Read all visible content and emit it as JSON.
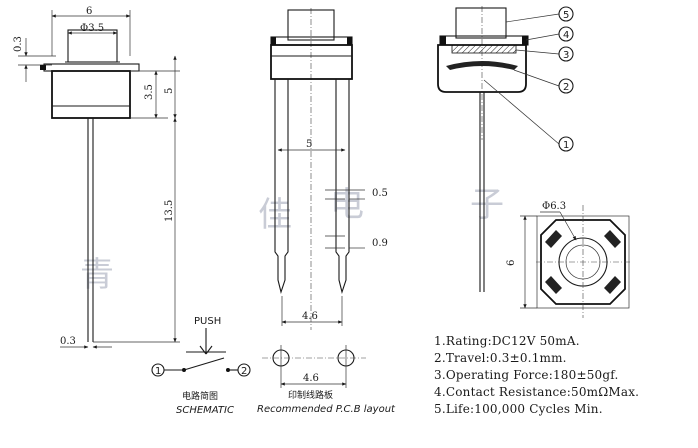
{
  "side_view": {
    "dim_width": "6",
    "dim_diameter": "Φ3.5",
    "dim_top": "0.3",
    "dim_body": "3.5",
    "dim_height": "5",
    "dim_lead": "13.5",
    "dim_lead_thk": "0.3"
  },
  "front_view": {
    "dim_lead_span": "5",
    "dim_lead_width": "0.5",
    "dim_lead_shoulder": "0.9",
    "dim_pitch": "4.6"
  },
  "exploded_view": {
    "callouts": [
      "5",
      "4",
      "3",
      "2",
      "1"
    ]
  },
  "top_view": {
    "dim_diameter": "Φ6.3",
    "dim_side": "6"
  },
  "schematic": {
    "push_label": "PUSH",
    "terminal_1": "1",
    "terminal_2": "2",
    "caption_cn": "电路简图",
    "caption_en": "SCHEMATIC"
  },
  "pcb": {
    "dim_pitch": "4.6",
    "caption_cn": "印制线路板",
    "caption_en": "Recommended P.C.B layout"
  },
  "specs": [
    "1.Rating:DC12V 50mA.",
    "2.Travel:0.3±0.1mm.",
    "3.Operating Force:180±50gf.",
    "4.Contact Resistance:50mΩMax.",
    "5.Life:100,000 Cycles Min."
  ],
  "watermark": [
    "青",
    "佳",
    "电",
    "子"
  ]
}
